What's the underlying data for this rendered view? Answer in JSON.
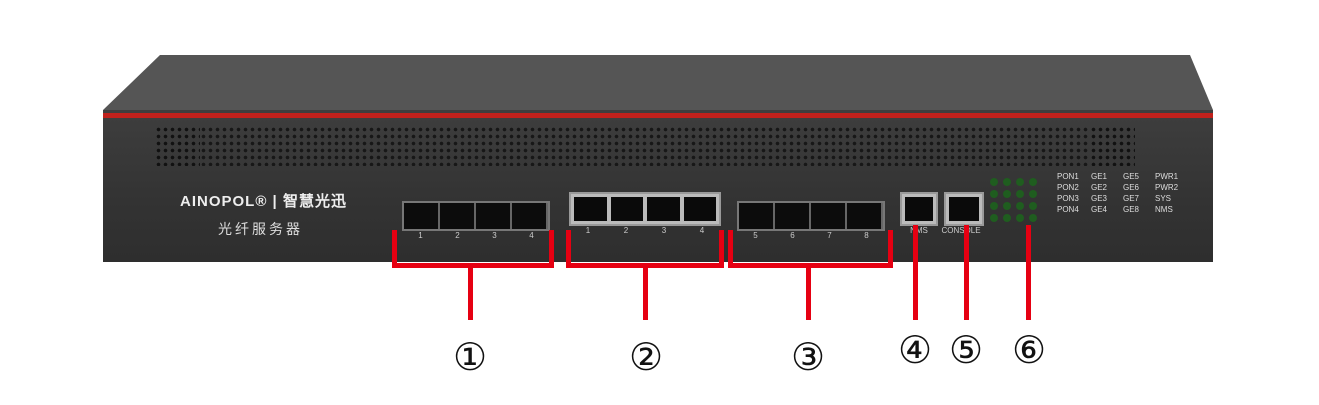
{
  "device": {
    "brand": "AINOPOL®",
    "brand_cn": "智慧光迅",
    "product": "光纤服务器"
  },
  "ports": {
    "group1": [
      "1",
      "2",
      "3",
      "4"
    ],
    "group2": [
      "1",
      "2",
      "3",
      "4"
    ],
    "group3": [
      "5",
      "6",
      "7",
      "8"
    ],
    "nms": "NMS",
    "console": "CONSOLE"
  },
  "led_labels": [
    "PON1",
    "GE1",
    "GE5",
    "PWR1",
    "PON2",
    "GE2",
    "GE6",
    "PWR2",
    "PON3",
    "GE3",
    "GE7",
    "SYS",
    "PON4",
    "GE4",
    "GE8",
    "NMS"
  ],
  "callouts": [
    "①",
    "②",
    "③",
    "④",
    "⑤",
    "⑥"
  ],
  "colors": {
    "annotation": "#e60012",
    "stripe": "#c0211c",
    "led": "#1f5d1f"
  }
}
